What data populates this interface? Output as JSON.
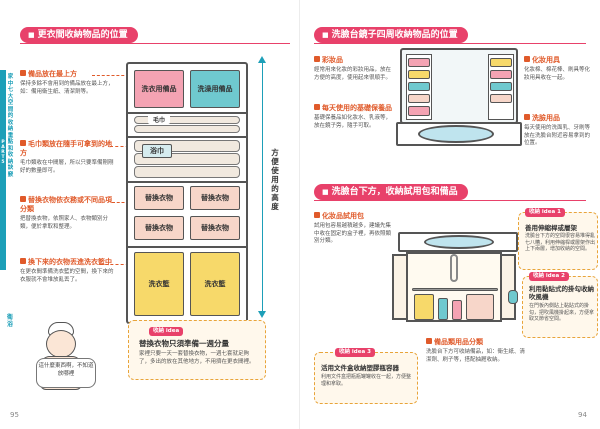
{
  "left": {
    "section_title": "更衣間收納物品的位置",
    "side": {
      "part": "PART 5",
      "chapter": "家中七大空間的收納重點和收納訣竅",
      "tag": "衛浴"
    },
    "notes": [
      {
        "title": "備品放在最上方",
        "body": "保持多餘不會用到的備品放在最上方，如：備用衛生紙、清潔劑等。"
      },
      {
        "title": "毛巾類放在隨手可拿到的地方",
        "body": "毛巾類收在中間層，所以只要準備剛剛好的數量即可。"
      },
      {
        "title": "替換衣物依衣務或不同品項分類",
        "body": "把替換衣物，依照家人、衣物類別分類，便於拿取和整理。"
      },
      {
        "title": "換下來的衣物丟進洗衣籃中",
        "body": "在更衣間準備洗衣籃的空間，換下來的衣服就不會堆放亂丟了。"
      }
    ],
    "cabinet": {
      "bin_top_left": "洗衣用備品",
      "bin_top_right": "洗澡用備品",
      "bin_towel": "毛巾",
      "bin_towel2": "浴巾",
      "bin_change_1": "替換衣物",
      "bin_change_2": "替換衣物",
      "bin_change_3": "替換衣物",
      "bin_change_4": "替換衣物",
      "basket_1": "洗衣籃",
      "basket_2": "洗衣籃"
    },
    "height_label": "方便使用的高度",
    "idea": {
      "tag": "收納 idea",
      "title": "替換衣物只須準備一週分量",
      "text": "家裡只要一天一套替換衣物，一週七套就足夠了，多出的放在其他地方，不用擠在更衣間裡。"
    },
    "speech": "這什麼東西啊，不知道放哪裡",
    "page_num": "95"
  },
  "right": {
    "section_title_1": "洗臉台鏡子四周收納物品的位置",
    "section_title_2": "洗臉台下方，收納試用包和備品",
    "top_notes": [
      {
        "title": "彩妝品",
        "body": "經常用來化妝的彩妝用品，放在方便的高度，使用起來很順手。"
      },
      {
        "title": "每天使用的基礎保養品",
        "body": "基礎保養品如化妝水、乳液等，放在鏡子旁，隨手可取。"
      },
      {
        "title": "化妝用具",
        "body": "化妝棉、棉花棒、刷具等化妝用具收在一起。"
      },
      {
        "title": "洗臉用品",
        "body": "每天使用的洗面乳、牙刷等放在洗臉台附近容易拿到的位置。"
      }
    ],
    "bottom_notes": [
      {
        "title": "化妝品試用包",
        "body": "試用包容易越積越多，建議先集中收在固定的盒子裡，再依照類別分類。"
      },
      {
        "title": "備品類用品分類",
        "body": "洗臉台下方可收納備品，如：衛生紙、清潔劑、刷子等，搭配抽屜收納。"
      }
    ],
    "ideas": [
      {
        "tag": "收納 idea 1",
        "title": "善用伸縮桿或層架",
        "text": "洗臉台下方的空間很容易堆得亂七八糟，利用伸縮桿或層架作出上下兩層，增加收納的空間。"
      },
      {
        "tag": "收納 idea 2",
        "title": "利用黏貼式的掛勾收納吹風機",
        "text": "在門板內側貼上黏貼式的掛勾，把吹風機掛起來，方便拿取又節省空間。"
      },
      {
        "tag": "收納 idea 3",
        "title": "活用文件盒收納塑膠瓶容器",
        "text": "利用文件盒把瓶瓶罐罐收在一起，方便整理和拿取。"
      }
    ],
    "page_num": "94"
  }
}
